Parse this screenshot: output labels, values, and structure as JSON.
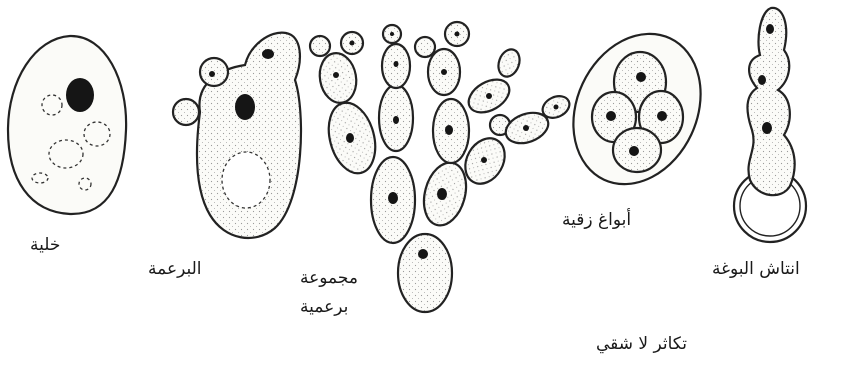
{
  "labels": {
    "cell": "خلية",
    "budding": "البرعمة",
    "bud_cluster_line1": "مجموعة",
    "bud_cluster_line2": "برعمية",
    "ascospores": "أبواغ زقية",
    "spore_germination": "انتاش البوغة",
    "asexual_reproduction": "تكاثر لا شقي"
  },
  "colors": {
    "ink": "#1a1a1a",
    "cell_fill": "#fbfbf8",
    "background": "#ffffff"
  }
}
